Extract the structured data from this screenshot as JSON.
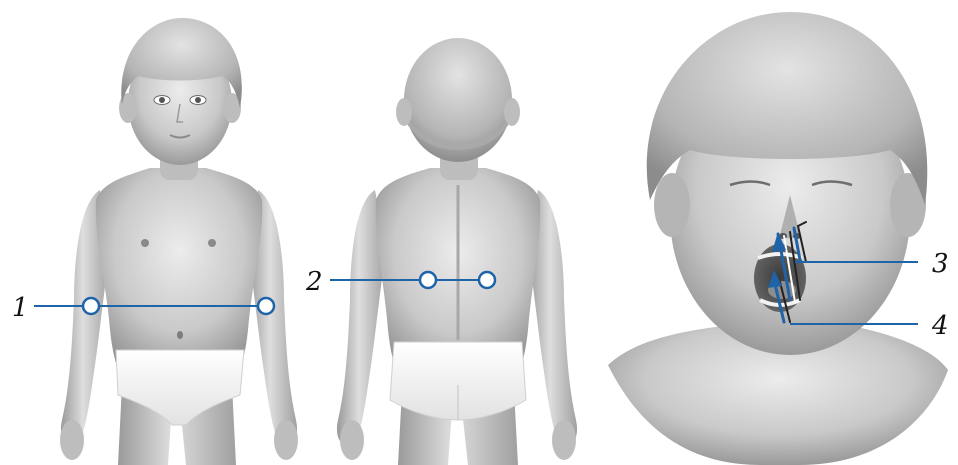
{
  "callouts": [
    {
      "id": "1",
      "label": "1"
    },
    {
      "id": "2",
      "label": "2"
    },
    {
      "id": "3",
      "label": "3"
    },
    {
      "id": "4",
      "label": "4"
    }
  ],
  "colors": {
    "background": "#ffffff",
    "skin_light": "#e6e6e6",
    "skin_mid": "#bdbdbd",
    "skin_shadow": "#8a8a8a",
    "hair_light": "#d9d9d9",
    "hair_dark": "#9c9c9c",
    "underwear": "#f7f7f7",
    "accent_blue": "#1f63a8",
    "label_text": "#111111"
  }
}
